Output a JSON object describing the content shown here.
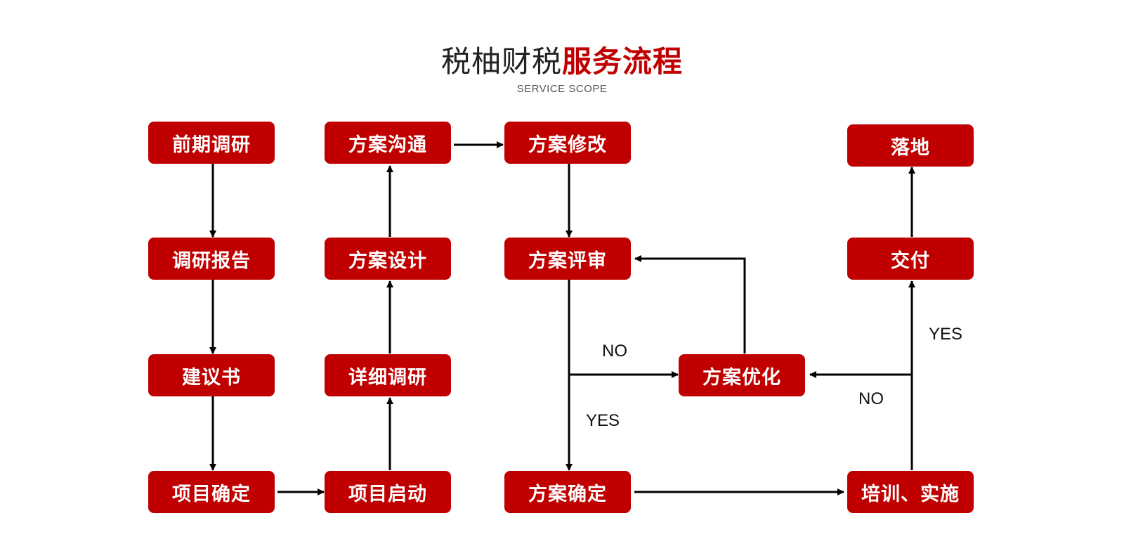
{
  "header": {
    "title_normal": "税柚财税",
    "title_accent": "服务流程",
    "subtitle": "SERVICE SCOPE"
  },
  "colors": {
    "node_fill": "#c00000",
    "node_text": "#ffffff",
    "connector": "#000000",
    "title_accent": "#c00000"
  },
  "nodes": {
    "qianqi": "前期调研",
    "diaoyan_baogao": "调研报告",
    "jianyishu": "建议书",
    "xiangmu_queding": "项目确定",
    "xiangmu_qidong": "项目启动",
    "xiangxi_diaoyan": "详细调研",
    "fangan_sheji": "方案设计",
    "fangan_goutong": "方案沟通",
    "fangan_xiugai": "方案修改",
    "fangan_pingshen": "方案评审",
    "fangan_queding": "方案确定",
    "fangan_youhua": "方案优化",
    "peixun_shishi": "培训、实施",
    "jiaofu": "交付",
    "luodi": "落地"
  },
  "edge_labels": {
    "review_no": "NO",
    "review_yes": "YES",
    "impl_yes": "YES",
    "impl_no": "NO"
  }
}
